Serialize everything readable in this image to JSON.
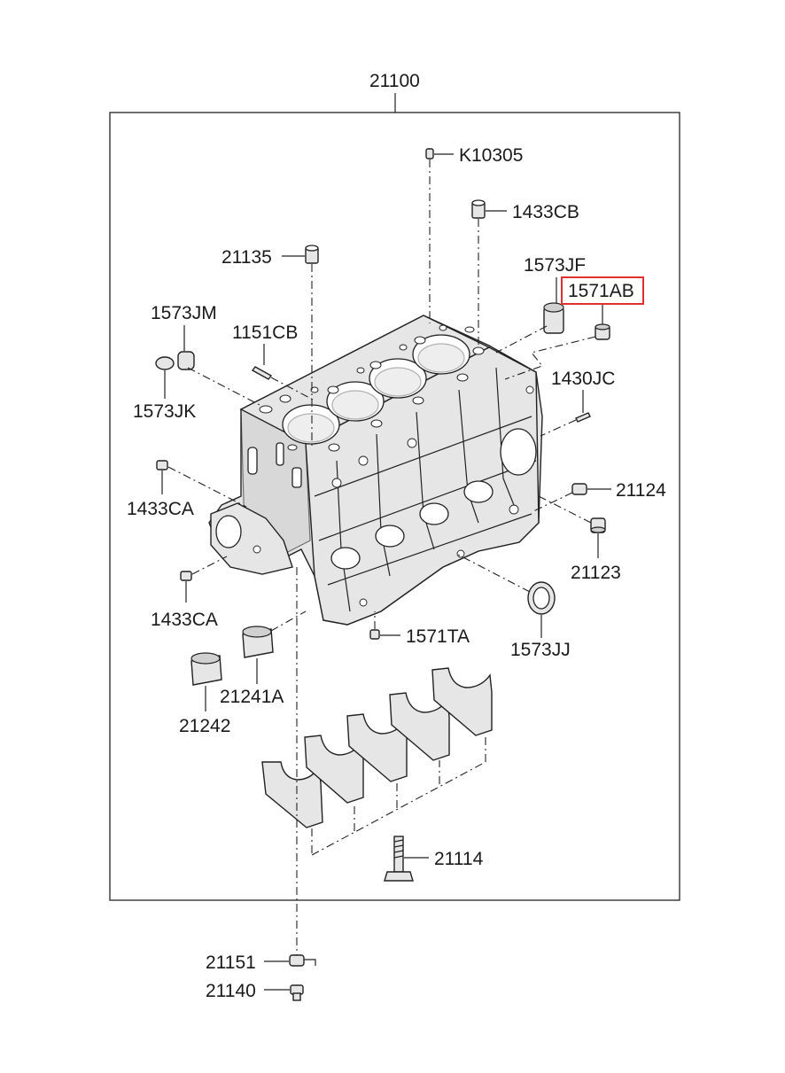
{
  "labels": {
    "assembly": "21100",
    "k10305": "K10305",
    "p1433cb": "1433CB",
    "p21135": "21135",
    "p1573jf": "1573JF",
    "p1571ab": "1571AB",
    "p1573jm": "1573JM",
    "p1151cb": "1151CB",
    "p1430jc": "1430JC",
    "p1573jk": "1573JK",
    "p1433ca_top": "1433CA",
    "p21124": "21124",
    "p21123": "21123",
    "p1433ca_bottom": "1433CA",
    "p1571ta": "1571TA",
    "p1573jj": "1573JJ",
    "p21241a": "21241A",
    "p21242": "21242",
    "p21114": "21114",
    "p21151": "21151",
    "p21140": "21140"
  },
  "highlight": {
    "part": "1571AB",
    "color": "#e03030"
  }
}
